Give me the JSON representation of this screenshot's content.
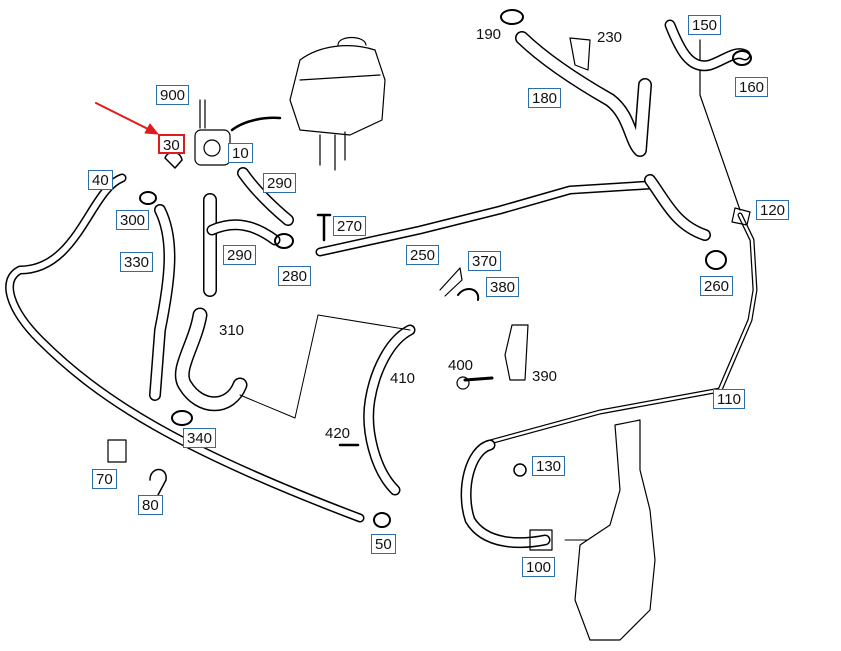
{
  "diagram": {
    "highlight_color": "#e01b1b",
    "label_border_color": "#2a6fa8",
    "highlighted_part": "30",
    "labels": {
      "p900": "900",
      "p30": "30",
      "p10": "10",
      "p40": "40",
      "p300": "300",
      "p330": "330",
      "p290a": "290",
      "p290b": "290",
      "p280": "280",
      "p270": "270",
      "p250": "250",
      "p370": "370",
      "p380": "380",
      "p310": "310",
      "p410": "410",
      "p400": "400",
      "p390": "390",
      "p420": "420",
      "p340": "340",
      "p70": "70",
      "p80": "80",
      "p50": "50",
      "p190": "190",
      "p230": "230",
      "p180": "180",
      "p150": "150",
      "p160": "160",
      "p120": "120",
      "p260": "260",
      "p110": "110",
      "p130": "130",
      "p100": "100"
    }
  }
}
